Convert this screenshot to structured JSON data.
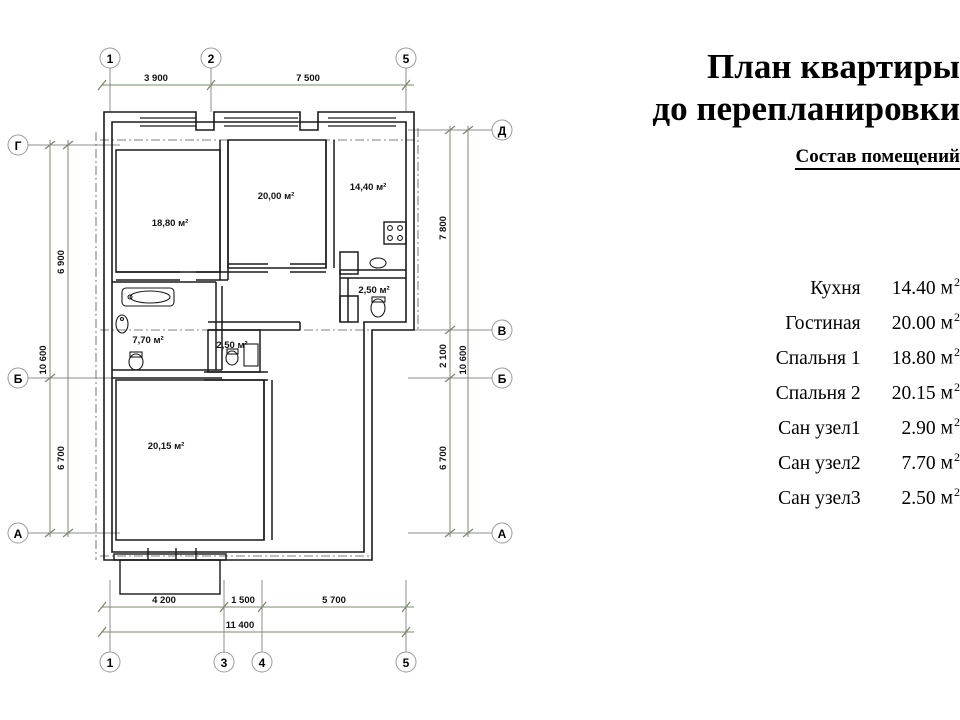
{
  "document": {
    "title_lines": [
      "План квартиры",
      "до перепланировки"
    ],
    "subtitle": "Состав помещений"
  },
  "rooms": [
    {
      "name": "Кухня",
      "area": "14.40",
      "unit": "м",
      "sup": "2"
    },
    {
      "name": "Гостиная",
      "area": "20.00",
      "unit": "м",
      "sup": "2"
    },
    {
      "name": "Спальня 1",
      "area": "18.80",
      "unit": "м",
      "sup": "2"
    },
    {
      "name": "Спальня 2",
      "area": "20.15",
      "unit": "м",
      "sup": "2"
    },
    {
      "name": "Сан узел1",
      "area": "2.90",
      "unit": "м",
      "sup": "2"
    },
    {
      "name": "Сан узел2",
      "area": "7.70",
      "unit": "м",
      "sup": "2"
    },
    {
      "name": "Сан узел3",
      "area": "2.50",
      "unit": "м",
      "sup": "2"
    }
  ],
  "plan": {
    "room_labels": [
      {
        "id": "bedroom1",
        "text": "18,80 м²"
      },
      {
        "id": "living",
        "text": "20,00 м²"
      },
      {
        "id": "kitchen",
        "text": "14,40 м²"
      },
      {
        "id": "bath-left",
        "text": "7,70 м²"
      },
      {
        "id": "wc-mid",
        "text": "2,50 м²"
      },
      {
        "id": "wc-right",
        "text": "2,50 м²"
      },
      {
        "id": "bedroom2",
        "text": "20,15 м²"
      }
    ],
    "axis_markers_top": [
      "1",
      "2",
      "5"
    ],
    "axis_markers_bottom": [
      "1",
      "3",
      "4",
      "5"
    ],
    "axis_markers_left": [
      "Г",
      "Б",
      "А"
    ],
    "axis_markers_right": [
      "Д",
      "В",
      "Б",
      "А"
    ],
    "dimensions_top": [
      "3 900",
      "7 500"
    ],
    "dimensions_bottom": [
      "4 200",
      "1 500",
      "5 700"
    ],
    "dimension_bottom_total": "11 400",
    "dimensions_left": [
      "6 900",
      "6 700"
    ],
    "dimension_left_total": "10 600",
    "dimensions_right": [
      "7 800",
      "2 100",
      "6 700"
    ],
    "dimension_right_total": "10 600",
    "colors": {
      "wall": "#1a1a1a",
      "dimension_line": "#7a8a6a",
      "axis_line": "#8c8c8c",
      "marker_stroke": "#9a9a9a",
      "centerline": "#555555"
    }
  }
}
